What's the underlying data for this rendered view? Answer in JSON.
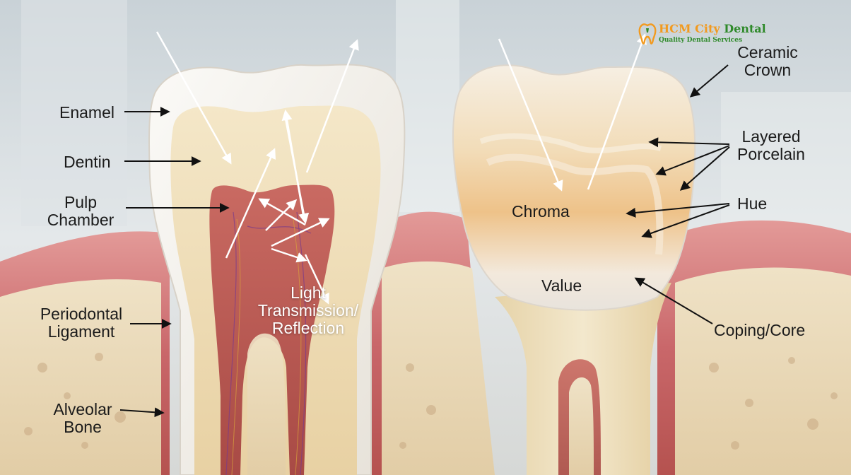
{
  "logo": {
    "title_part1": "HCM City",
    "title_part2": "Dental",
    "subtitle": "Quality Dental Services",
    "color_part1": "#f29a1f",
    "color_part2": "#2f8a2a",
    "icon": "tooth-logo-icon"
  },
  "labels": {
    "enamel": "Enamel",
    "dentin": "Dentin",
    "pulp_chamber": "Pulp\nChamber",
    "periodontal_ligament": "Periodontal\nLigament",
    "alveolar_bone": "Alveolar\nBone",
    "light_transmission": "Light\nTransmission/\nReflection",
    "chroma": "Chroma",
    "value": "Value",
    "ceramic_crown": "Ceramic\nCrown",
    "layered_porcelain": "Layered\nPorcelain",
    "hue": "Hue",
    "coping_core": "Coping/Core"
  },
  "colors": {
    "gum": "#c9676a",
    "bone": "#ead9b9",
    "enamel": "#f1ede6",
    "dentin": "#efdcb4",
    "pulp": "#b75650",
    "crown_chroma": "#f0c489",
    "arrow_dark": "#111111",
    "arrow_light": "#ffffff"
  }
}
